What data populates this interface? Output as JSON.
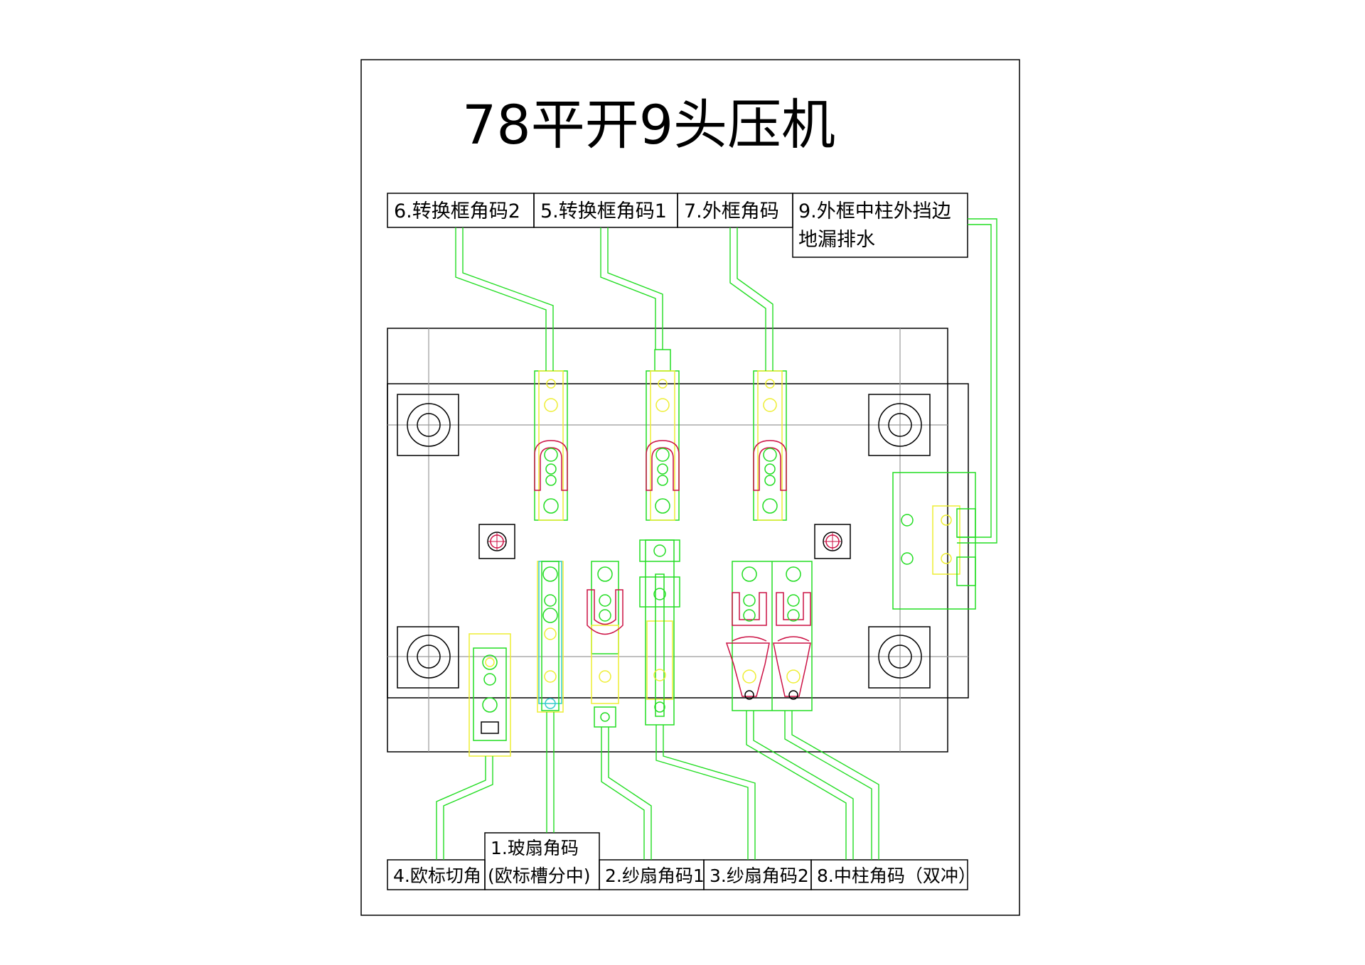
{
  "title": "78平开9头压机",
  "labels": {
    "top": [
      {
        "id": "label-6",
        "text": "6.转换框角码2"
      },
      {
        "id": "label-5",
        "text": "5.转换框角码1"
      },
      {
        "id": "label-7",
        "text": "7.外框角码"
      },
      {
        "id": "label-9",
        "line1": "9.外框中柱外挡边",
        "line2": "地漏排水"
      }
    ],
    "bottom": [
      {
        "id": "label-4",
        "text": "4.欧标切角"
      },
      {
        "id": "label-1",
        "line1": "1.玻扇角码",
        "line2": "(欧标槽分中)"
      },
      {
        "id": "label-2",
        "text": "2.纱扇角码1"
      },
      {
        "id": "label-3",
        "text": "3.纱扇角码2"
      },
      {
        "id": "label-8",
        "text": "8.中柱角码（双冲）"
      }
    ]
  },
  "colors": {
    "outline": "#000000",
    "leader": "#22dd22",
    "die": "#22dd22",
    "punch": "#cc1144",
    "plate": "#eeee33",
    "guide": "#33cccc",
    "centerline": "#999999"
  }
}
